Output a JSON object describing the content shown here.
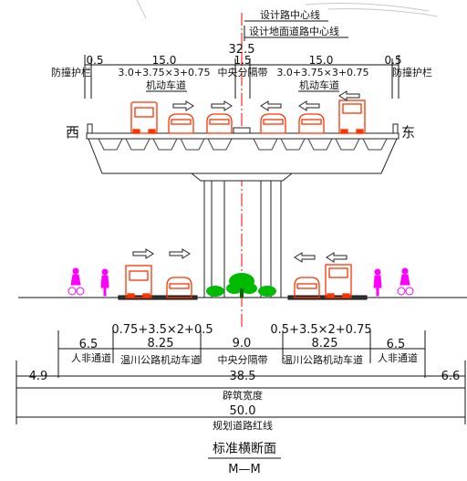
{
  "title": "标准横断面",
  "subtitle": "M—M",
  "centerline_labels": [
    "设计路中心线",
    "设计地面道路中心线"
  ],
  "directions": {
    "west": "西",
    "east": "东"
  },
  "elevated": {
    "total_width": "32.5",
    "segments": [
      {
        "value": "0.5",
        "label": "防撞护栏"
      },
      {
        "value": "15.0",
        "label": "3.0+3.75×3+0.75",
        "sublabel": "机动车道"
      },
      {
        "value": "1.5",
        "label": "中央分隔带"
      },
      {
        "value": "15.0",
        "label": "3.0+3.75×3+0.75",
        "sublabel": "机动车道"
      },
      {
        "value": "0.5",
        "label": "防撞护栏"
      }
    ]
  },
  "ground": {
    "top_formulas": [
      "0.75+3.5×2+0.5",
      "0.5+3.5×2+0.75"
    ],
    "segments": [
      {
        "value": "6.5",
        "label": "人非通道"
      },
      {
        "value": "8.25",
        "label": "温川公路机动车道"
      },
      {
        "value": "9.0",
        "label": "中央分隔带"
      },
      {
        "value": "8.25",
        "label": "温川公路机动车道"
      },
      {
        "value": "6.5",
        "label": "人非通道"
      }
    ],
    "side_left": "4.9",
    "side_right": "6.6",
    "built_width": "38.5",
    "built_label": "辟筑宽度",
    "red_line_width": "50.0",
    "red_line_label": "规划道路红线"
  },
  "colors": {
    "vehicle": "#ff3300",
    "pedestrian": "#ff00ff",
    "tree": "#00bb00",
    "centerline": "#ff0000"
  }
}
